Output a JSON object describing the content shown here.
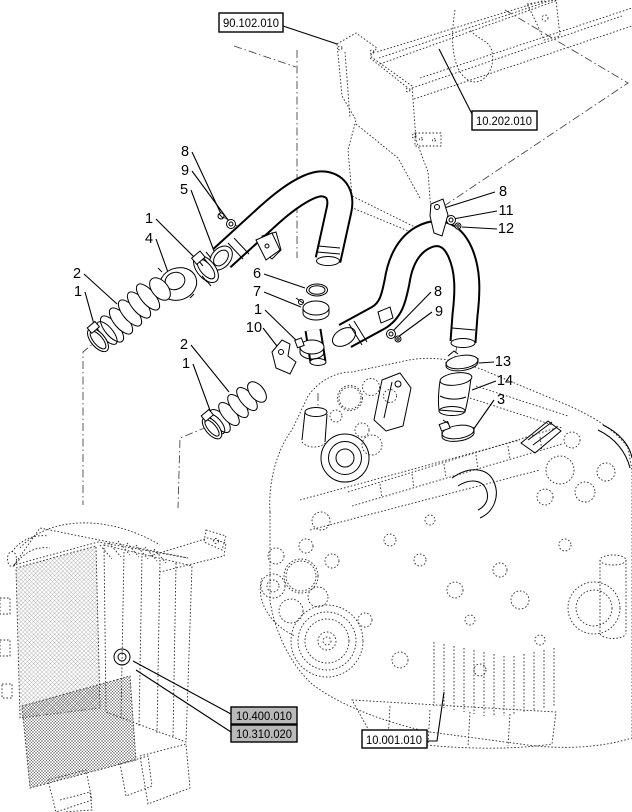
{
  "diagram": {
    "type": "exploded-parts-diagram",
    "background_color": "#ffffff",
    "line_color": "#000000",
    "shaded_box_fill": "#b9b9b9",
    "ref_boxes": [
      {
        "label": "90.102.010",
        "style": "plain"
      },
      {
        "label": "10.202.010",
        "style": "plain"
      },
      {
        "label": "10.400.010",
        "style": "shaded"
      },
      {
        "label": "10.310.020",
        "style": "shaded"
      },
      {
        "label": "10.001.010",
        "style": "plain"
      }
    ],
    "callouts": [
      {
        "label": "8"
      },
      {
        "label": "9"
      },
      {
        "label": "5"
      },
      {
        "label": "1"
      },
      {
        "label": "4"
      },
      {
        "label": "2"
      },
      {
        "label": "1"
      },
      {
        "label": "2"
      },
      {
        "label": "1"
      },
      {
        "label": "6"
      },
      {
        "label": "7"
      },
      {
        "label": "1"
      },
      {
        "label": "10"
      },
      {
        "label": "8"
      },
      {
        "label": "11"
      },
      {
        "label": "12"
      },
      {
        "label": "8"
      },
      {
        "label": "9"
      },
      {
        "label": "13"
      },
      {
        "label": "14"
      },
      {
        "label": "3"
      }
    ]
  }
}
